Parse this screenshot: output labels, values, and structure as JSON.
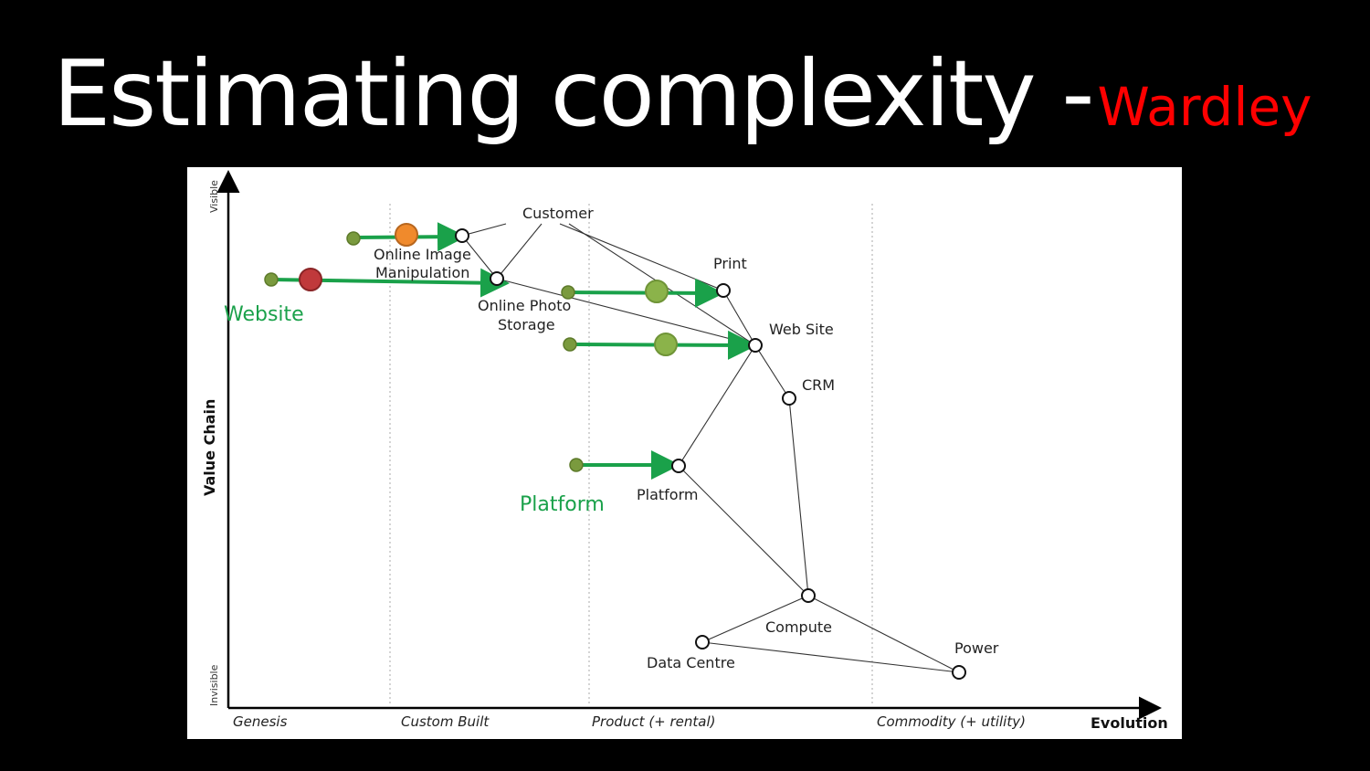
{
  "slide": {
    "title_main": "Estimating complexity -",
    "title_accent": "Wardley",
    "title_color": "#ffffff",
    "accent_color": "#ff0000"
  },
  "map": {
    "y_axis_label": "Value Chain",
    "y_top_label": "Visible",
    "y_bottom_label": "Invisible",
    "x_axis_label": "Evolution",
    "stages": [
      "Genesis",
      "Custom Built",
      "Product (+ rental)",
      "Commodity (+ utility)"
    ],
    "nodes": {
      "customer": "Customer",
      "online_image_1": "Online Image",
      "online_image_2": "Manipulation",
      "online_photo_1": "Online Photo",
      "online_photo_2": "Storage",
      "print": "Print",
      "web_site": "Web Site",
      "crm": "CRM",
      "platform": "Platform",
      "compute": "Compute",
      "data_centre": "Data Centre",
      "power": "Power"
    },
    "annotations": {
      "website": "Website",
      "platform": "Platform",
      "color": "#1aa14a"
    },
    "colors": {
      "arrow": "#1aa14a",
      "small_dot": "#7a9a3e",
      "red_dot": "#c0393b",
      "orange_dot": "#f08a2c",
      "green_dot": "#8bb34a"
    }
  }
}
